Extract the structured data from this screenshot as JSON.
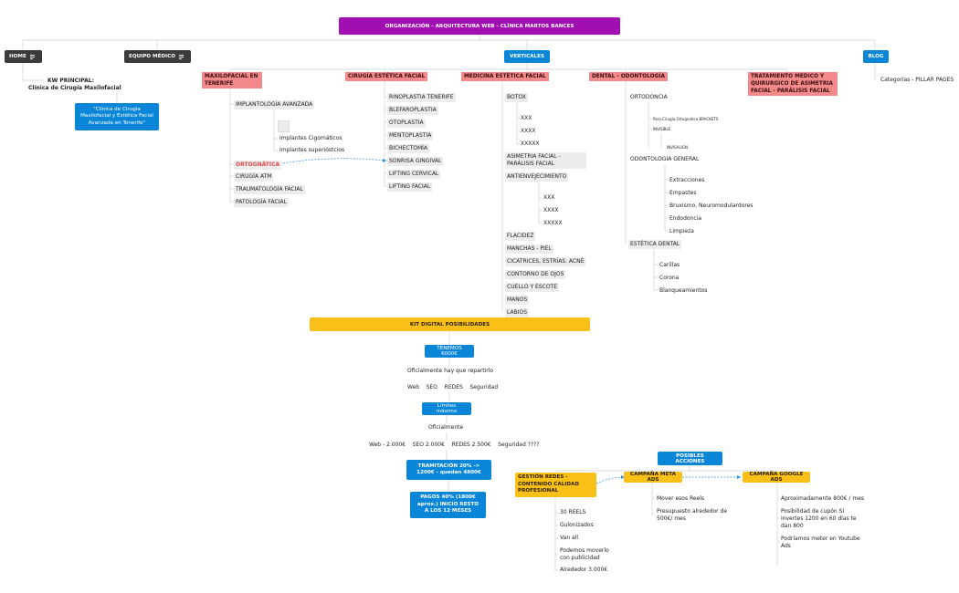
{
  "title": "ORGANIZACIÓN - ARQUITECTURA WEB - CLÍNICA MARTOS BANCES",
  "branches": {
    "home": "HOME",
    "equipo": "EQUIPO MÉDICO",
    "verticales": "VERTICALES",
    "blog": "BLOG"
  },
  "home": {
    "kw": "KW PRINCIPAL:",
    "kw_value": "Clínica de Cirugía Maxilofacial",
    "box": "\"Clínica de Cirugía Maxilofacial y Estética Facial Avanzada en Tenerife\""
  },
  "blog": {
    "categorias": "Categorías - PILLAR PAGES"
  },
  "maxilo": {
    "title": "MAXILOFACIAL EN TENERIFE",
    "implant": "IMPLANTOLOGÍA AVANZADA",
    "cigomaticos": "Implantes Cigomáticos",
    "superiosticos": "Implantes superióstcios",
    "ortognatica": "ORTOGNÁTICA",
    "atm": "CIRUGÍA ATM",
    "trauma": "TRAUMATOLOGÍA FACIAL",
    "patologia": "PATOLOGÍA FACIAL"
  },
  "cirugia": {
    "title": "CIRUGÍA ESTÉTICA FACIAL",
    "items": [
      "RINOPLASTIA TENERIFE",
      "BLEFAROPLASTIA",
      "OTOPLASTIA",
      "MENTOPLASTIA",
      "BICHECTOMÍA",
      "SONRISA GINGIVAL",
      "LIFTING CERVICAL",
      "LIFTING FACIAL"
    ]
  },
  "medicina": {
    "title": "MEDICINA ESTÉTICA FACIAL",
    "botox": "BOTOX",
    "botox_sub": [
      "XXX",
      "XXXX",
      "XXXXX"
    ],
    "asimetria": "ASIMETRIA FACIAL - PARÁLISIS FACIAL",
    "antienv": "ANTIENVEJECIMIENTO",
    "antienv_sub": [
      "XXX",
      "XXXX",
      "XXXXX"
    ],
    "items": [
      "FLACIDEZ",
      "MANCHAS - PIEL",
      "CICATRICES, ESTRÍAS. ACNÉ",
      "CONTORNO DE OJOS",
      "CUELLO Y ESCOTE",
      "MANOS",
      "LABIOS"
    ]
  },
  "dental": {
    "title": "DENTAL - ODONTOLOGÍA",
    "ortodoncia": "ORTODONCIA",
    "brackets": "Para Cirugía Ortognatica BRACKETS",
    "invisible": "INVISIBLE",
    "invisalign": "INVISALIGN",
    "general": "ODONTOLOGIA GENERAL",
    "general_sub": [
      "Extracciones",
      "Empastes",
      "Bruxismo, Neuromodulardores",
      "Endodoncia",
      "Limpieza"
    ],
    "estetica": "ESTÉTICA DENTAL",
    "estetica_sub": [
      "Carillas",
      "Corona",
      "Blanqueamientos"
    ]
  },
  "tratamiento": {
    "title": "TRATAMIENTO MEDICO Y QUIRURGICO DE ASIMETRIA FACIAL - PARÁLISIS FACIAL"
  },
  "kit": {
    "title": "KIT DIGITAL POSIBILIDADES",
    "tenemos": "TENEMOS 6000€",
    "oficialmente1": "Oficialmente hay que repartirlo",
    "reparto": "Web    SEO    REDES    Seguridad",
    "limites": "Límites máximo",
    "oficialmente2": "Oficialmente",
    "limites_valores": "Web - 2.000€    SEO 2.000€    REDES 2.500€    Seguridad ????",
    "tramitacion": "TRAMITACIÓN 20% -> 1200€ - quedan 4800€",
    "pagos": "PAGOS 40% (1800€ aprox.) INICIO RESTO A LOS 12 MESES"
  },
  "acciones": {
    "title": "POSIBLES ACCIONES",
    "gestion": "GESTIÓN REDES - CONTENIDO CALIDAD PROFESIONAL",
    "gestion_sub": [
      "30 REELS",
      "Gulonizados",
      "Van all",
      "Podemos moverlo con publicidad",
      "Alrededor 3.000€"
    ],
    "meta": "CAMPAÑA META ADS",
    "meta_sub": [
      "Mover esos Reels",
      "Presupuesto alrededor de 500€/ mes"
    ],
    "google": "CAMPAÑA GOOGLE ADS",
    "google_sub": [
      "Aproximadamente 800€ / mes",
      "Posibilidad de cupón SI invertes 1200 en 60 días te dan 800",
      "Podríamos meter en Youtube Ads"
    ]
  },
  "colors": {
    "purple": "#a10fb3",
    "blue": "#0a86d8",
    "dark": "#3b3b3b",
    "red": "#f4898b",
    "yellow": "#fbc018",
    "grey": "#ececec"
  }
}
